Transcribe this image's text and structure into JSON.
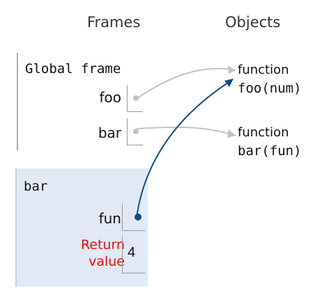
{
  "headers": {
    "frames": "Frames",
    "objects": "Objects"
  },
  "global_frame": {
    "title": "Global frame",
    "vars": [
      {
        "name": "foo"
      },
      {
        "name": "bar"
      }
    ]
  },
  "bar_frame": {
    "title": "bar",
    "var_name": "fun",
    "return_label_line1": "Return",
    "return_label_line2": "value",
    "return_value": "4"
  },
  "objects": [
    {
      "type": "function",
      "signature": "foo(num)"
    },
    {
      "type": "function",
      "signature": "bar(fun)"
    }
  ],
  "colors": {
    "pointer_gray": "#c2c2c2",
    "pointer_blue": "#0f4c81",
    "frame_bg": "#e2e9f5",
    "return_label": "#e01111"
  }
}
